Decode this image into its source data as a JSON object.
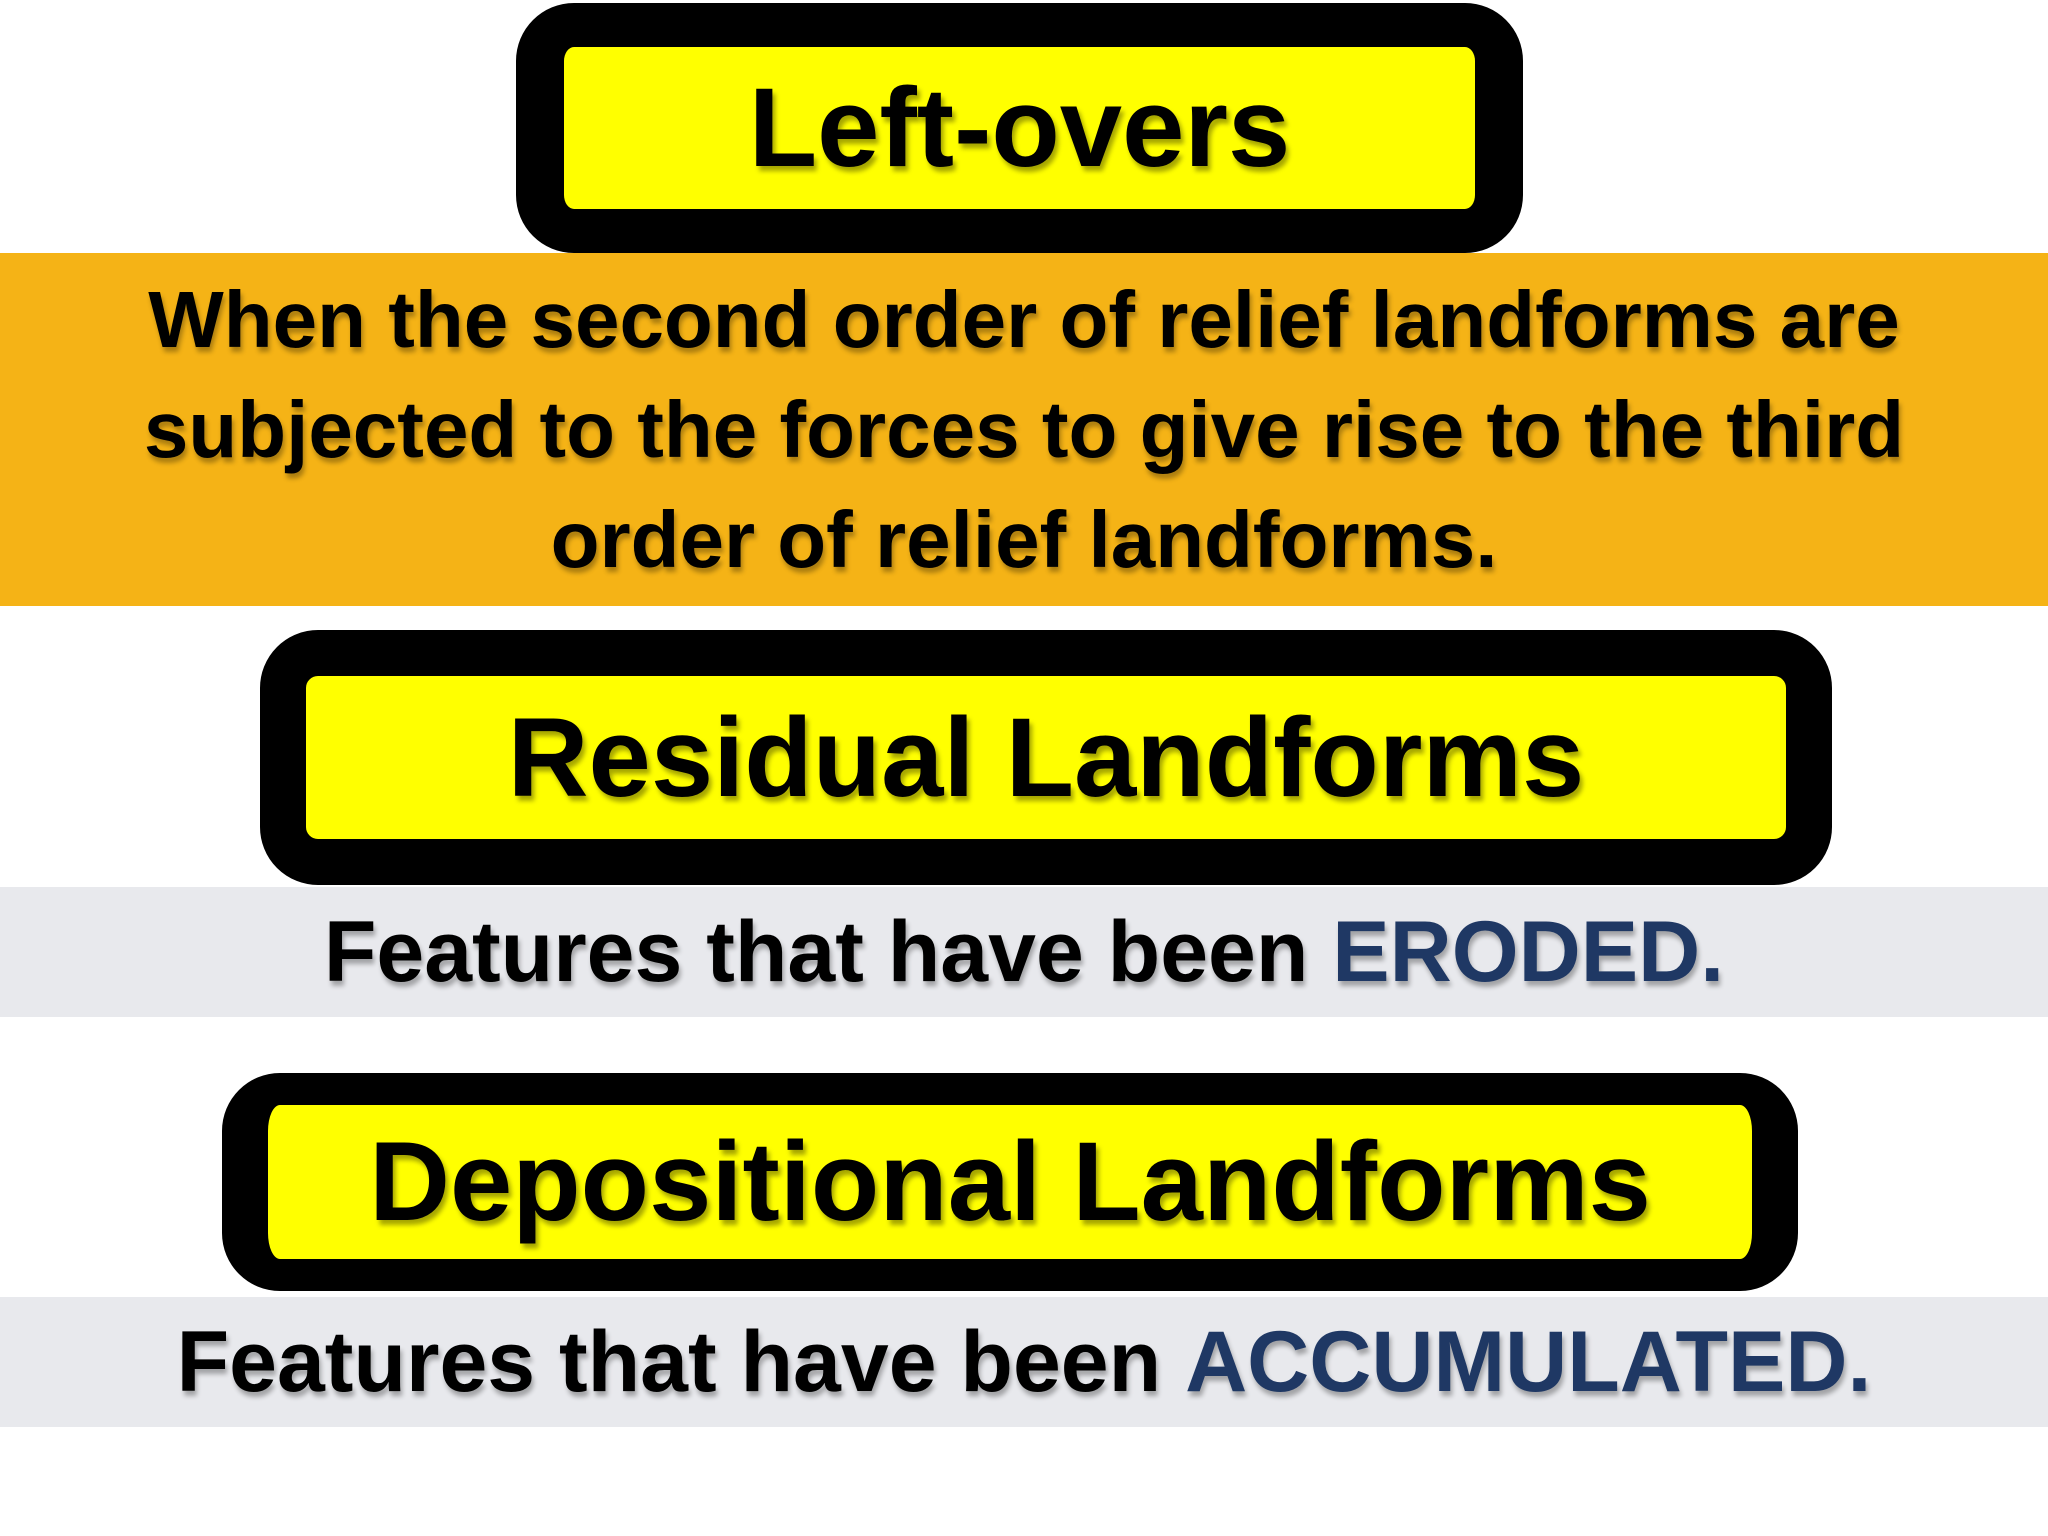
{
  "slide": {
    "title_box": {
      "label": "Left-overs"
    },
    "intro_banner": {
      "lines": [
        "When the second order of relief landforms are",
        "subjected to the forces to give rise to the third",
        "order of relief landforms."
      ]
    },
    "residual": {
      "heading": "Residual Landforms",
      "description_prefix": "Features that have been ",
      "description_highlight": "ERODED."
    },
    "depositional": {
      "heading": "Depositional Landforms",
      "description_prefix": "Features that have been ",
      "description_highlight": "ACCUMULATED."
    },
    "colors": {
      "box_fill_yellow": "#ffff00",
      "box_border_black": "#000000",
      "banner_orange": "#f5b316",
      "bar_gray": "#e8e9ed",
      "highlight_blue": "#1f3864",
      "body_text_black": "#000000",
      "background_white": "#ffffff"
    }
  }
}
